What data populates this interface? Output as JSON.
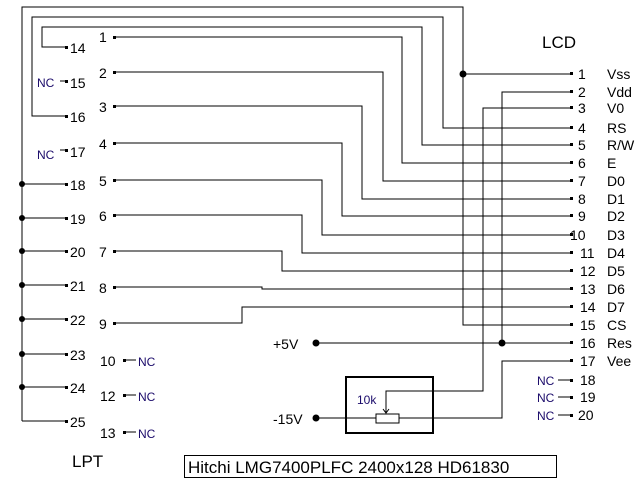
{
  "lcd": {
    "title": "LCD",
    "pins": [
      {
        "num": "1",
        "name": "Vss"
      },
      {
        "num": "2",
        "name": "Vdd"
      },
      {
        "num": "3",
        "name": "V0"
      },
      {
        "num": "4",
        "name": "RS"
      },
      {
        "num": "5",
        "name": "R/W"
      },
      {
        "num": "6",
        "name": "E"
      },
      {
        "num": "7",
        "name": "D0"
      },
      {
        "num": "8",
        "name": "D1"
      },
      {
        "num": "9",
        "name": "D2"
      },
      {
        "num": "10",
        "name": "D3"
      },
      {
        "num": "11",
        "name": "D4"
      },
      {
        "num": "12",
        "name": "D5"
      },
      {
        "num": "13",
        "name": "D6"
      },
      {
        "num": "14",
        "name": "D7"
      },
      {
        "num": "15",
        "name": "CS"
      },
      {
        "num": "16",
        "name": "Res"
      },
      {
        "num": "17",
        "name": "Vee"
      },
      {
        "num": "18",
        "name": ""
      },
      {
        "num": "19",
        "name": ""
      },
      {
        "num": "20",
        "name": ""
      }
    ]
  },
  "lpt": {
    "title": "LPT",
    "left_pins": [
      "14",
      "15",
      "16",
      "17",
      "18",
      "19",
      "20",
      "21",
      "22",
      "23",
      "24",
      "25"
    ],
    "right_pins": [
      "1",
      "2",
      "3",
      "4",
      "5",
      "6",
      "7",
      "8",
      "9",
      "10",
      "12",
      "13"
    ]
  },
  "nc_label": "NC",
  "supply": {
    "plus": "+5V",
    "minus": "-15V"
  },
  "pot": {
    "value": "10k"
  },
  "caption": "Hitchi LMG7400PLFC 2400x128 HD61830"
}
